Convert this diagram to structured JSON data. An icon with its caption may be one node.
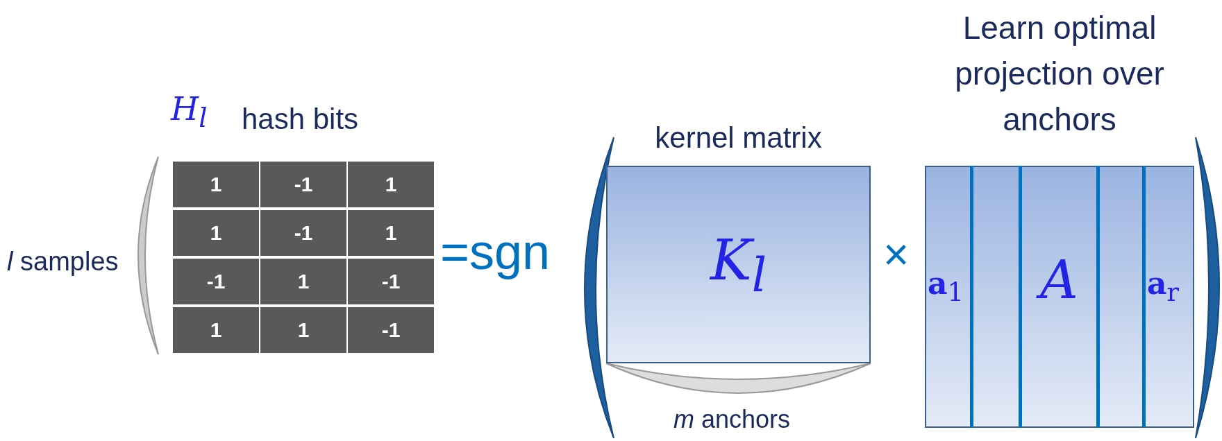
{
  "diagram": {
    "nodes": [
      {
        "text": [
          "kernel matrix",
          "*K*$_{l}$"
        ]
      },
      {
        "text": [
          "Learn optimal projection over anchors",
          "**a**$_{1}$",
          "*A*",
          "**a**$_{r}$"
        ]
      }
    ],
    "labels": [
      "*H*$_{l}$",
      "hash bits",
      "*l* samples",
      "1",
      "-1",
      "1",
      "1",
      "-1",
      "1",
      "-1",
      "1",
      "-1",
      "1",
      "1",
      "-1",
      "=sgn",
      "×",
      "*m* anchors"
    ]
  }
}
